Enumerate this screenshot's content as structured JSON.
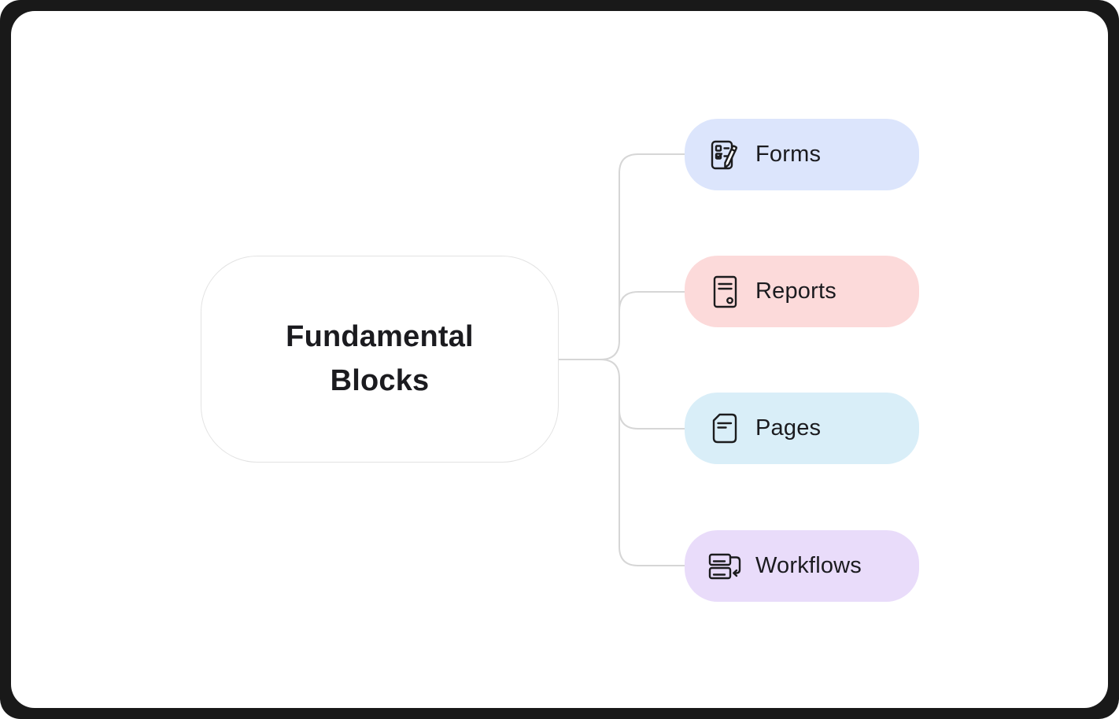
{
  "diagram": {
    "root": {
      "label": "Fundamental Blocks"
    },
    "children": [
      {
        "label": "Forms",
        "icon": "form-pencil-icon",
        "bg": "#dce5fc"
      },
      {
        "label": "Reports",
        "icon": "report-icon",
        "bg": "#fcdada"
      },
      {
        "label": "Pages",
        "icon": "page-icon",
        "bg": "#d9eef8"
      },
      {
        "label": "Workflows",
        "icon": "workflow-arrow-icon",
        "bg": "#e9dcfa"
      }
    ],
    "colors": {
      "frame": "#191919",
      "canvas": "#ffffff",
      "connector": "#d6d6d6",
      "root_border": "#e3e3e3",
      "icon_stroke": "#1c1c1e",
      "text": "#1b1b1f"
    }
  }
}
